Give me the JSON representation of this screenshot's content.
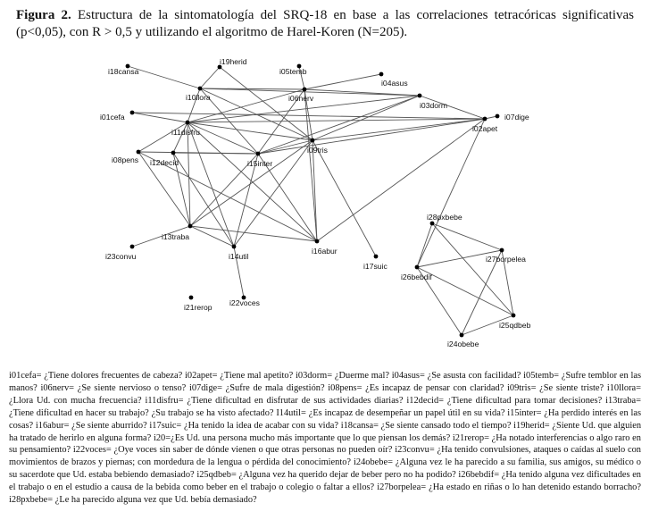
{
  "caption": {
    "label": "Figura 2.",
    "text": "Estructura de la sintomatología del SRQ-18 en base a las correlaciones tetracóricas significativas (p<0,05), con R > 0,5 y utilizando el algoritmo de Harel-Koren (N=205)."
  },
  "network": {
    "nodes": [
      {
        "id": "i18",
        "label": "i18cansa"
      },
      {
        "id": "i19",
        "label": "i19herid"
      },
      {
        "id": "i05",
        "label": "i05temb"
      },
      {
        "id": "i04",
        "label": "i04asus"
      },
      {
        "id": "i10",
        "label": "i10llora"
      },
      {
        "id": "i06",
        "label": "i06nerv"
      },
      {
        "id": "i03",
        "label": "i03dorm"
      },
      {
        "id": "i07",
        "label": "i07dige"
      },
      {
        "id": "i01",
        "label": "i01cefa"
      },
      {
        "id": "i02",
        "label": "i02apet"
      },
      {
        "id": "i11",
        "label": "i11disfru"
      },
      {
        "id": "i09",
        "label": "i09tris"
      },
      {
        "id": "i08",
        "label": "i08pens"
      },
      {
        "id": "i12",
        "label": "i12decid"
      },
      {
        "id": "i15",
        "label": "i15inter"
      },
      {
        "id": "i13",
        "label": "i13traba"
      },
      {
        "id": "i23",
        "label": "i23convu"
      },
      {
        "id": "i14",
        "label": "i14util"
      },
      {
        "id": "i16",
        "label": "i16abur"
      },
      {
        "id": "i17",
        "label": "i17suic"
      },
      {
        "id": "i26",
        "label": "i26bebdif"
      },
      {
        "id": "i28",
        "label": "i28pxbebe"
      },
      {
        "id": "i27",
        "label": "i27borpelea"
      },
      {
        "id": "i25",
        "label": "i25qdbeb"
      },
      {
        "id": "i24",
        "label": "i24obebe"
      },
      {
        "id": "i21",
        "label": "i21rerop"
      },
      {
        "id": "i22",
        "label": "i22voces"
      }
    ],
    "edges": [
      [
        "i18",
        "i10"
      ],
      [
        "i19",
        "i10"
      ],
      [
        "i19",
        "i09"
      ],
      [
        "i05",
        "i06"
      ],
      [
        "i04",
        "i06"
      ],
      [
        "i10",
        "i06"
      ],
      [
        "i10",
        "i11"
      ],
      [
        "i10",
        "i15"
      ],
      [
        "i10",
        "i09"
      ],
      [
        "i10",
        "i03"
      ],
      [
        "i06",
        "i03"
      ],
      [
        "i06",
        "i09"
      ],
      [
        "i06",
        "i15"
      ],
      [
        "i06",
        "i16"
      ],
      [
        "i06",
        "i11"
      ],
      [
        "i03",
        "i09"
      ],
      [
        "i03",
        "i02"
      ],
      [
        "i03",
        "i15"
      ],
      [
        "i03",
        "i11"
      ],
      [
        "i07",
        "i02"
      ],
      [
        "i01",
        "i11"
      ],
      [
        "i01",
        "i02"
      ],
      [
        "i11",
        "i02"
      ],
      [
        "i11",
        "i09"
      ],
      [
        "i11",
        "i15"
      ],
      [
        "i11",
        "i12"
      ],
      [
        "i11",
        "i13"
      ],
      [
        "i11",
        "i14"
      ],
      [
        "i11",
        "i16"
      ],
      [
        "i11",
        "i08"
      ],
      [
        "i09",
        "i02"
      ],
      [
        "i09",
        "i15"
      ],
      [
        "i09",
        "i16"
      ],
      [
        "i09",
        "i17"
      ],
      [
        "i09",
        "i13"
      ],
      [
        "i09",
        "i14"
      ],
      [
        "i08",
        "i15"
      ],
      [
        "i08",
        "i13"
      ],
      [
        "i08",
        "i16"
      ],
      [
        "i12",
        "i15"
      ],
      [
        "i12",
        "i13"
      ],
      [
        "i12",
        "i14"
      ],
      [
        "i15",
        "i02"
      ],
      [
        "i15",
        "i13"
      ],
      [
        "i15",
        "i14"
      ],
      [
        "i15",
        "i16"
      ],
      [
        "i13",
        "i23"
      ],
      [
        "i13",
        "i14"
      ],
      [
        "i13",
        "i16"
      ],
      [
        "i14",
        "i22"
      ],
      [
        "i02",
        "i16"
      ],
      [
        "i02",
        "i26"
      ],
      [
        "i26",
        "i28"
      ],
      [
        "i26",
        "i27"
      ],
      [
        "i26",
        "i25"
      ],
      [
        "i26",
        "i24"
      ],
      [
        "i28",
        "i27"
      ],
      [
        "i28",
        "i25"
      ],
      [
        "i27",
        "i25"
      ],
      [
        "i27",
        "i24"
      ],
      [
        "i25",
        "i24"
      ]
    ]
  },
  "legend": [
    "i01cefa= ¿Tiene dolores frecuentes de cabeza?",
    "i02apet= ¿Tiene mal apetito?",
    "i03dorm= ¿Duerme mal?",
    "i04asus= ¿Se asusta con facilidad?",
    "i05temb= ¿Sufre temblor en las manos?",
    "i06nerv= ¿Se siente nervioso o tenso?",
    "i07dige= ¿Sufre de mala digestión?",
    "i08pens= ¿Es incapaz de pensar con claridad?",
    "i09tris= ¿Se siente triste?",
    "i10llora= ¿Llora Ud. con mucha frecuencia?",
    "i11disfru= ¿Tiene dificultad en disfrutar de sus actividades diarias?",
    "i12decid= ¿Tiene dificultad para tomar decisiones?",
    "i13traba= ¿Tiene dificultad en hacer su trabajo? ¿Su trabajo se ha visto afectado?",
    "I14util= ¿Es incapaz de desempeñar un papel útil en su vida?",
    "i15inter= ¿Ha perdido interés en las cosas?",
    "i16abur= ¿Se siente aburrido?",
    "i17suic= ¿Ha tenido la idea de acabar con su vida?",
    "i18cansa= ¿Se siente cansado todo el tiempo?",
    "i19herid= ¿Siente Ud. que alguien ha tratado de herirlo en alguna forma?",
    "i20=¿Es Ud. una persona mucho más importante que lo que piensan los demás?",
    "i21rerop= ¿Ha notado interferencias o algo raro en su pensamiento?",
    "i22voces= ¿Oye voces sin saber de dónde vienen o que otras personas no pueden oír?",
    "i23convu= ¿Ha tenido convulsiones, ataques o caídas al suelo con movimientos de brazos y piernas; con mordedura de la lengua o pérdida del conocimiento?",
    "i24obebe= ¿Alguna vez le ha parecido a su familia, sus amigos, su médico o su sacerdote que Ud. estaba bebiendo demasiado?",
    "i25qdbeb= ¿Alguna vez ha querido dejar de beber pero no ha podido?",
    "i26bebdif= ¿Ha tenido alguna vez dificultades en el trabajo o en el estudio a causa de la bebida como beber en el trabajo o colegio o faltar a ellos?",
    "i27borpelea= ¿Ha estado en riñas o lo han detenido estando borracho?",
    "i28pxbebe= ¿Le ha parecido alguna vez que Ud. bebía demasiado?"
  ]
}
